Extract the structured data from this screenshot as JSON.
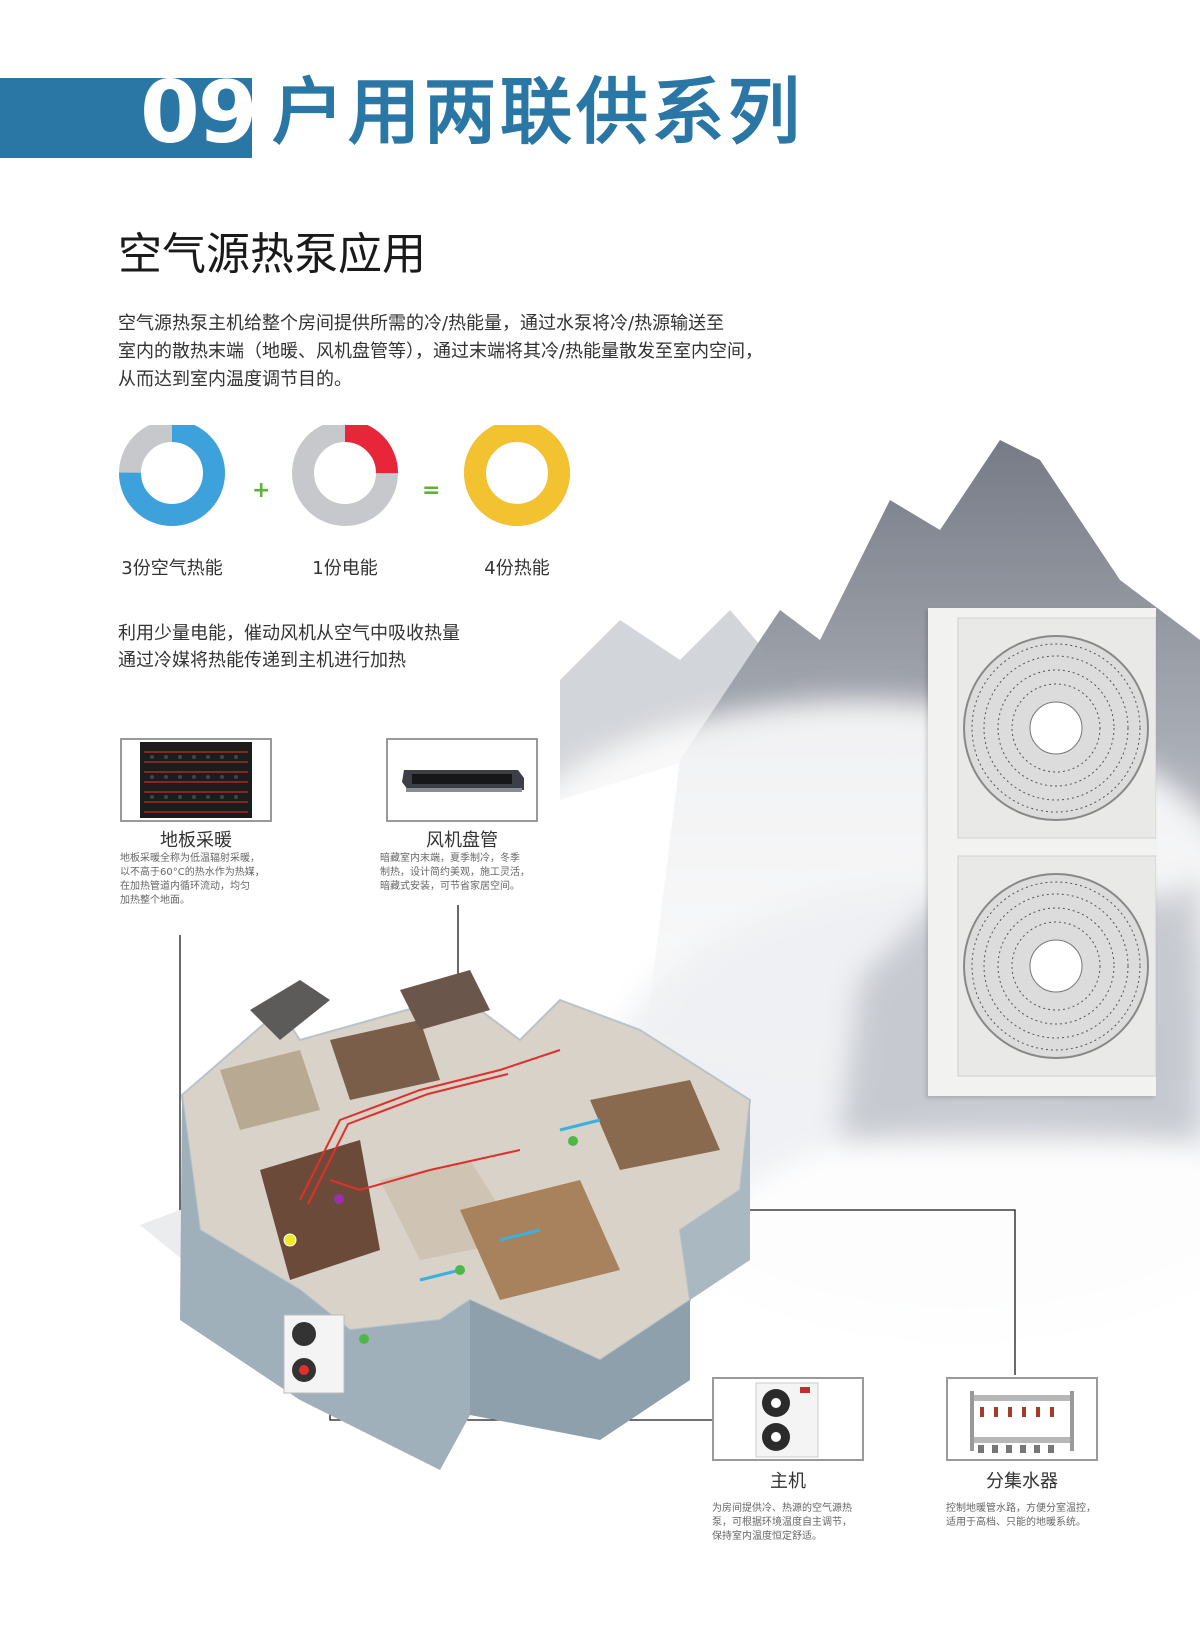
{
  "header": {
    "number": "09",
    "title": "户用两联供系列"
  },
  "section": {
    "title": "空气源热泵应用",
    "intro_lines": [
      "空气源热泵主机给整个房间提供所需的冷/热能量，通过水泵将冷/热源输送至",
      "室内的散热末端（地暖、风机盘管等），通过末端将其冷/热能量散发至室内空间，",
      "从而达到室内温度调节目的。"
    ]
  },
  "equation": {
    "plus": "+",
    "equals": "=",
    "items": [
      {
        "label": "3份空气热能",
        "fraction": 0.75,
        "color": "#3da2db"
      },
      {
        "label": "1份电能",
        "fraction": 0.25,
        "color": "#e8263a"
      },
      {
        "label": "4份热能",
        "fraction": 1.0,
        "color": "#f2c230"
      }
    ],
    "grey": "#c7c8cb"
  },
  "principle_lines": [
    "利用少量电能，催动风机从空气中吸收热量",
    "通过冷媒将热能传递到主机进行加热"
  ],
  "features": {
    "floor_heating": {
      "title": "地板采暖",
      "text_lines": [
        "地板采暖全称为低温辐射采暖，",
        "以不高于60°C的热水作为热媒，",
        "在加热管道内循环流动，均匀",
        "加热整个地面。"
      ]
    },
    "fan_coil": {
      "title": "风机盘管",
      "text_lines": [
        "暗藏室内末端，夏季制冷，冬季",
        "制热，设计简约美观，施工灵活，",
        "暗藏式安装，可节省家居空间。"
      ]
    },
    "main_unit": {
      "title": "主机",
      "text_lines": [
        "为房间提供冷、热源的空气源热",
        "泵，可根据环境温度自主调节，",
        "保持室内温度恒定舒适。"
      ]
    },
    "manifold": {
      "title": "分集水器",
      "text_lines": [
        "控制地暖管水路，方便分室温控，",
        "适用于高档、只能的地暖系统。"
      ]
    }
  },
  "colors": {
    "accent": "#2a77a6",
    "green_dot": "#4fb748",
    "yellow_dot": "#f2e82a",
    "purple_dot": "#9b2fb0",
    "pipe_red": "#e0302c",
    "pipe_blue": "#3ab0e0"
  }
}
